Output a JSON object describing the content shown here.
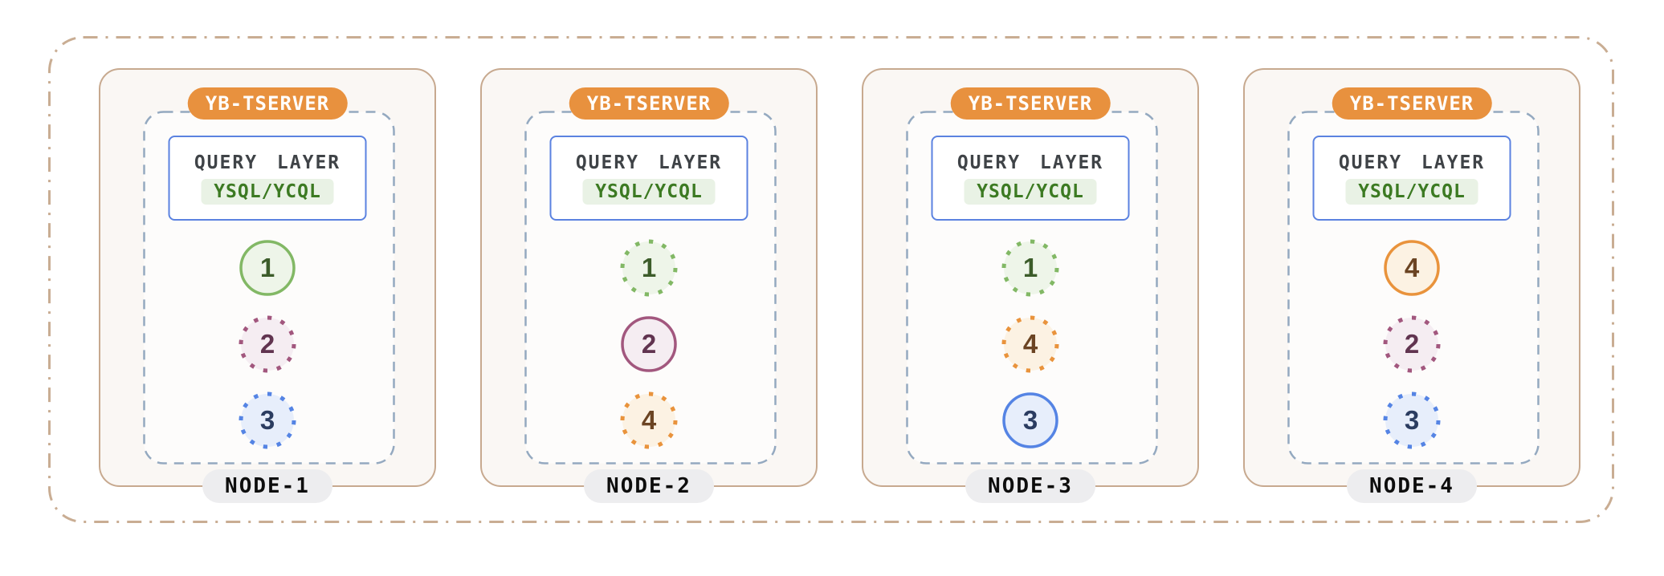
{
  "diagram": {
    "cluster": {
      "border_color": "#c9ad93"
    },
    "accent_orange": "#e8913e",
    "inner_dashed_border_color": "#94a9c0",
    "node_border_color": "#c7a98f",
    "query_border_color": "#5b82e0",
    "palette": {
      "green": {
        "stroke": "#82b865",
        "fill": "#eef5e9",
        "number": "#3c5c2a"
      },
      "maroon": {
        "stroke": "#a2577e",
        "fill": "#f5edf2",
        "number": "#613450"
      },
      "blue": {
        "stroke": "#5584e4",
        "fill": "#e7eefb",
        "number": "#2b3c60"
      },
      "orange": {
        "stroke": "#e9933c",
        "fill": "#fcf2e3",
        "number": "#6b4423"
      }
    },
    "nodes": [
      {
        "server_label": "YB-TSERVER",
        "query_layer_title": "QUERY LAYER",
        "query_layer_api": "YSQL/YCQL",
        "node_label": "NODE-1",
        "tablets": [
          {
            "id": "1",
            "color": "green",
            "border": "solid"
          },
          {
            "id": "2",
            "color": "maroon",
            "border": "dotted"
          },
          {
            "id": "3",
            "color": "blue",
            "border": "dotted"
          }
        ]
      },
      {
        "server_label": "YB-TSERVER",
        "query_layer_title": "QUERY LAYER",
        "query_layer_api": "YSQL/YCQL",
        "node_label": "NODE-2",
        "tablets": [
          {
            "id": "1",
            "color": "green",
            "border": "dotted"
          },
          {
            "id": "2",
            "color": "maroon",
            "border": "solid"
          },
          {
            "id": "4",
            "color": "orange",
            "border": "dotted"
          }
        ]
      },
      {
        "server_label": "YB-TSERVER",
        "query_layer_title": "QUERY LAYER",
        "query_layer_api": "YSQL/YCQL",
        "node_label": "NODE-3",
        "tablets": [
          {
            "id": "1",
            "color": "green",
            "border": "dotted"
          },
          {
            "id": "4",
            "color": "orange",
            "border": "dotted"
          },
          {
            "id": "3",
            "color": "blue",
            "border": "solid"
          }
        ]
      },
      {
        "server_label": "YB-TSERVER",
        "query_layer_title": "QUERY LAYER",
        "query_layer_api": "YSQL/YCQL",
        "node_label": "NODE-4",
        "tablets": [
          {
            "id": "4",
            "color": "orange",
            "border": "solid"
          },
          {
            "id": "2",
            "color": "maroon",
            "border": "dotted"
          },
          {
            "id": "3",
            "color": "blue",
            "border": "dotted"
          }
        ]
      }
    ]
  }
}
